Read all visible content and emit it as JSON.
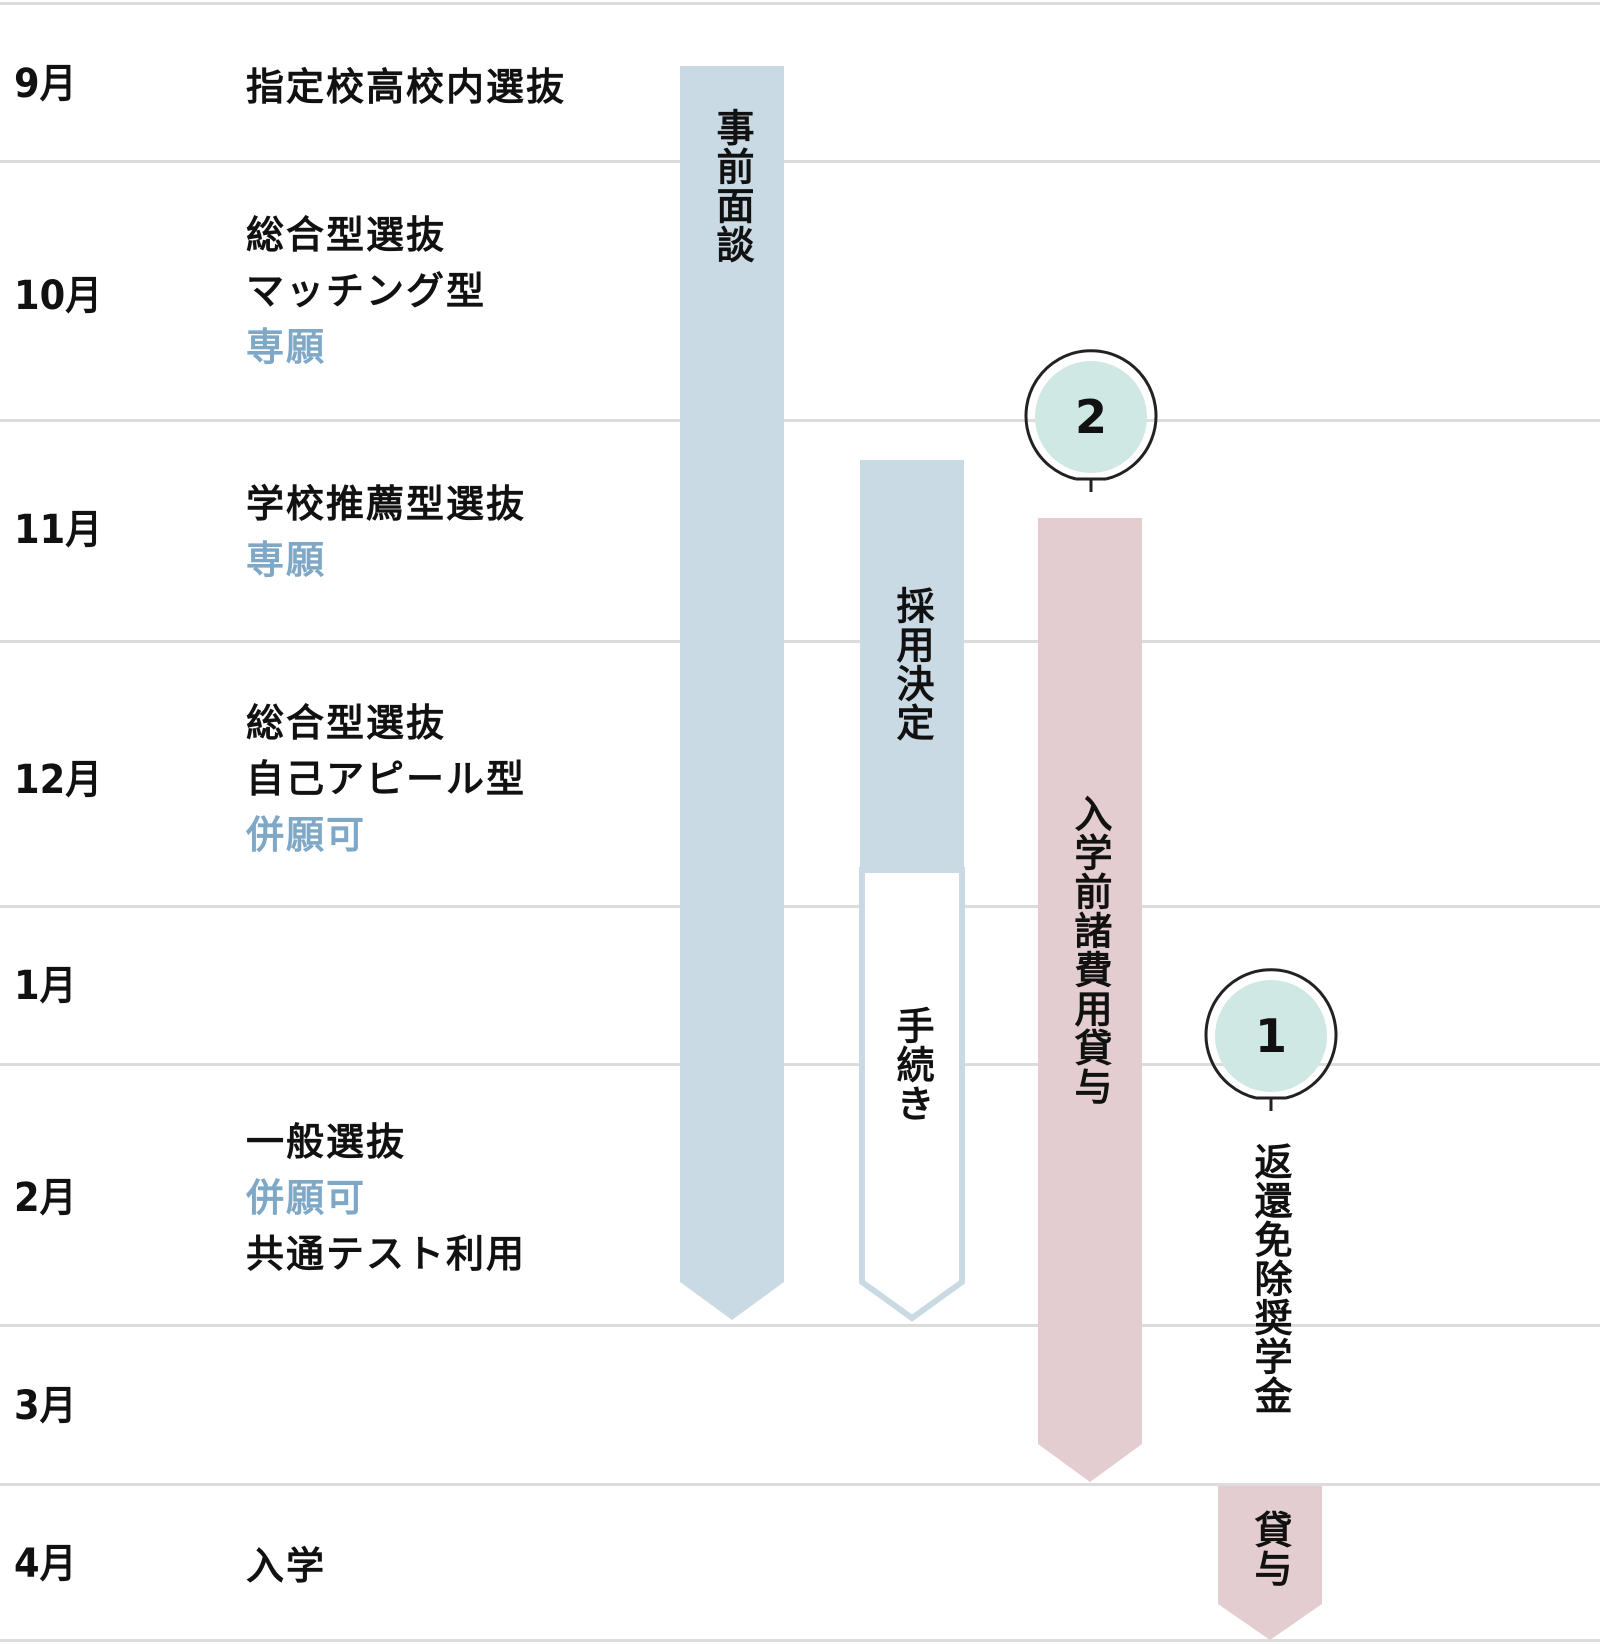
{
  "colors": {
    "line": "#dcdcdc",
    "blue_bar": "#c9dae4",
    "blue_outline": "#c9dae4",
    "pink_bar": "#e3cdd0",
    "badge_fill": "#cfe8e3",
    "badge_stroke": "#222222",
    "note_text": "#7fa8c6"
  },
  "months": [
    {
      "label": "9月",
      "entries": [
        {
          "text": "指定校高校内選抜"
        }
      ]
    },
    {
      "label": "10月",
      "entries": [
        {
          "text": "総合型選抜"
        },
        {
          "text": "マッチング型"
        },
        {
          "text": "専願",
          "note": true
        }
      ]
    },
    {
      "label": "11月",
      "entries": [
        {
          "text": "学校推薦型選抜"
        },
        {
          "text": "専願",
          "note": true
        }
      ]
    },
    {
      "label": "12月",
      "entries": [
        {
          "text": "総合型選抜"
        },
        {
          "text": "自己アピール型"
        },
        {
          "text": "併願可",
          "note": true
        }
      ]
    },
    {
      "label": "1月",
      "entries": []
    },
    {
      "label": "2月",
      "entries": [
        {
          "text": "一般選抜"
        },
        {
          "text": "併願可",
          "note": true
        },
        {
          "text": "共通テスト利用"
        }
      ]
    },
    {
      "label": "3月",
      "entries": []
    },
    {
      "label": "4月",
      "entries": [
        {
          "text": "入学"
        }
      ]
    }
  ],
  "bars": {
    "interview": {
      "label": "事前面談"
    },
    "adoption": {
      "label": "採用決定"
    },
    "procedure": {
      "label": "手続き"
    },
    "loan": {
      "label": "入学前諸費用貸与"
    },
    "exempt": {
      "label": "返還免除奨学金"
    },
    "lend": {
      "label": "貸与"
    }
  },
  "badges": [
    {
      "number": "2"
    },
    {
      "number": "1"
    }
  ]
}
